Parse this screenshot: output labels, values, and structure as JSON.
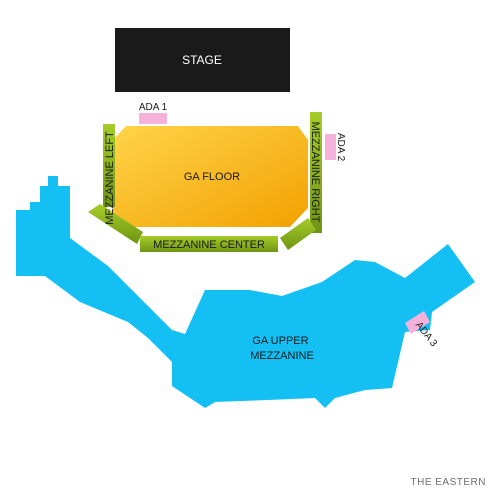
{
  "venue_name": "THE EASTERN",
  "sections": {
    "stage": {
      "label": "STAGE"
    },
    "ga_floor": {
      "label": "GA FLOOR"
    },
    "mezzanine_left": {
      "label": "MEZZANINE LEFT"
    },
    "mezzanine_right": {
      "label": "MEZZANINE RIGHT"
    },
    "mezzanine_center": {
      "label": "MEZZANINE CENTER"
    },
    "ga_upper_mezzanine": {
      "label_line1": "GA UPPER",
      "label_line2": "MEZZANINE"
    },
    "ada_1": {
      "label": "ADA 1"
    },
    "ada_2": {
      "label": "ADA 2"
    },
    "ada_3": {
      "label": "ADA 3"
    }
  },
  "colors": {
    "stage": "#1a1a1a",
    "ga_floor": "#f7b500",
    "mezzanine": "#8db41c",
    "upper": "#14bff3",
    "ada": "#f7b2dc"
  }
}
